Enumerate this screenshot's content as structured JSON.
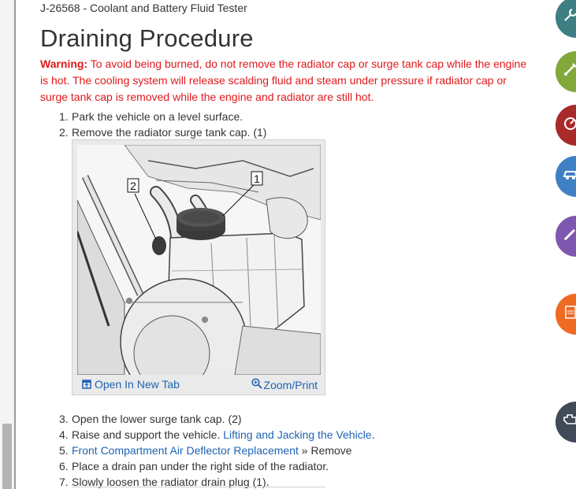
{
  "header": {
    "tool_line": "J-26568 - Coolant and Battery Fluid Tester",
    "title": "Draining Procedure"
  },
  "warning": {
    "label": "Warning:",
    "text": " To avoid being burned, do not remove the radiator cap or surge tank cap while the engine is hot. The cooling system will release scalding fluid and steam under pressure if radiator cap or surge tank cap is removed while the engine and radiator are still hot."
  },
  "steps": [
    {
      "num": "1.",
      "text": "Park the vehicle on a level surface."
    },
    {
      "num": "2.",
      "text": "Remove the radiator surge tank cap. (1)"
    },
    {
      "num": "3.",
      "text": "Open the lower surge tank cap. (2)"
    },
    {
      "num": "4.",
      "text": "Raise and support the vehicle. ",
      "link": "Lifting and Jacking the Vehicle",
      "after": "."
    },
    {
      "num": "5.",
      "link": "Front Compartment Air Deflector Replacement",
      "after": " » Remove"
    },
    {
      "num": "6.",
      "text": "Place a drain pan under the right side of the radiator."
    },
    {
      "num": "7.",
      "text": "Slowly loosen the radiator drain plug (1)."
    }
  ],
  "figure": {
    "callout_1": "1",
    "callout_2": "2",
    "open_tab_label": "Open In New Tab",
    "zoom_label": "Zoom/Print"
  },
  "rail": [
    {
      "icon": "wrench-icon",
      "color": "#3d7f82"
    },
    {
      "icon": "tool-icon",
      "color": "#82a83b"
    },
    {
      "icon": "gauge-icon",
      "color": "#a82a2a"
    },
    {
      "icon": "car-icon",
      "color": "#3f7fc4"
    },
    {
      "icon": "pencil-icon",
      "color": "#7e57b0"
    },
    {
      "icon": "document-icon",
      "color": "#ef6a22"
    },
    {
      "icon": "engine-icon",
      "color": "#404a58"
    }
  ]
}
